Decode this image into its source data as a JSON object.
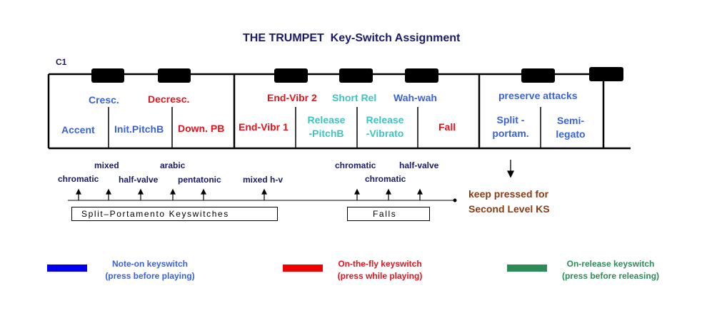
{
  "title": "THE TRUMPET  Key-Switch Assignment",
  "octave_label": "C1",
  "upper_labels": [
    {
      "text": "Cresc.",
      "color": "#3a62d8"
    },
    {
      "text": "Decresc.",
      "color": "#e3141c"
    },
    {
      "text": "End-Vibr 2",
      "color": "#e3141c"
    },
    {
      "text": "Short Rel",
      "color": "#3cc4c0"
    },
    {
      "text": "Wah-wah",
      "color": "#3a62d8"
    },
    {
      "text": "preserve attacks",
      "color": "#3a62d8"
    }
  ],
  "lower_labels": [
    {
      "text": "Accent",
      "color": "#3a62d8"
    },
    {
      "text": "Init.PitchB",
      "color": "#3a62d8"
    },
    {
      "text": "Down. PB",
      "color": "#e3141c"
    },
    {
      "text": "End-Vibr 1",
      "color": "#e3141c"
    },
    {
      "text_line1": "Release",
      "text_line2": "-PitchB",
      "color": "#3cc4c0"
    },
    {
      "text_line1": "Release",
      "text_line2": "-Vibrato",
      "color": "#3cc4c0"
    },
    {
      "text": "Fall",
      "color": "#e3141c"
    },
    {
      "text_line1": "Split -",
      "text_line2": "portam.",
      "color": "#3a62d8"
    },
    {
      "text_line1": "Semi-",
      "text_line2": "legato",
      "color": "#3a62d8"
    }
  ],
  "split_labels": {
    "chromatic": "chromatic",
    "mixed": "mixed",
    "half_valve": "half-valve",
    "arabic": "arabic",
    "pentatonic": "pentatonic",
    "mixed_hv": "mixed h-v"
  },
  "fall_labels": {
    "chromatic_1": "chromatic",
    "chromatic_2": "chromatic",
    "half_valve": "half-valve"
  },
  "groups": {
    "split": "Split–Portamento Keyswitches",
    "falls": "Falls"
  },
  "keep_pressed": {
    "line1": "keep pressed for",
    "line2": "Second Level KS"
  },
  "legend": [
    {
      "line1": "Note-on keyswitch",
      "line2": "(press before playing)",
      "color": "#0000ee",
      "text_color": "#3a62d8"
    },
    {
      "line1": "On-the-fly keyswitch",
      "line2": "(press while playing)",
      "color": "#ee0000",
      "text_color": "#e3141c"
    },
    {
      "line1": "On-release keyswitch",
      "line2": "(press before releasing)",
      "color": "#2e8b57",
      "text_color": "#2e8b57"
    }
  ]
}
